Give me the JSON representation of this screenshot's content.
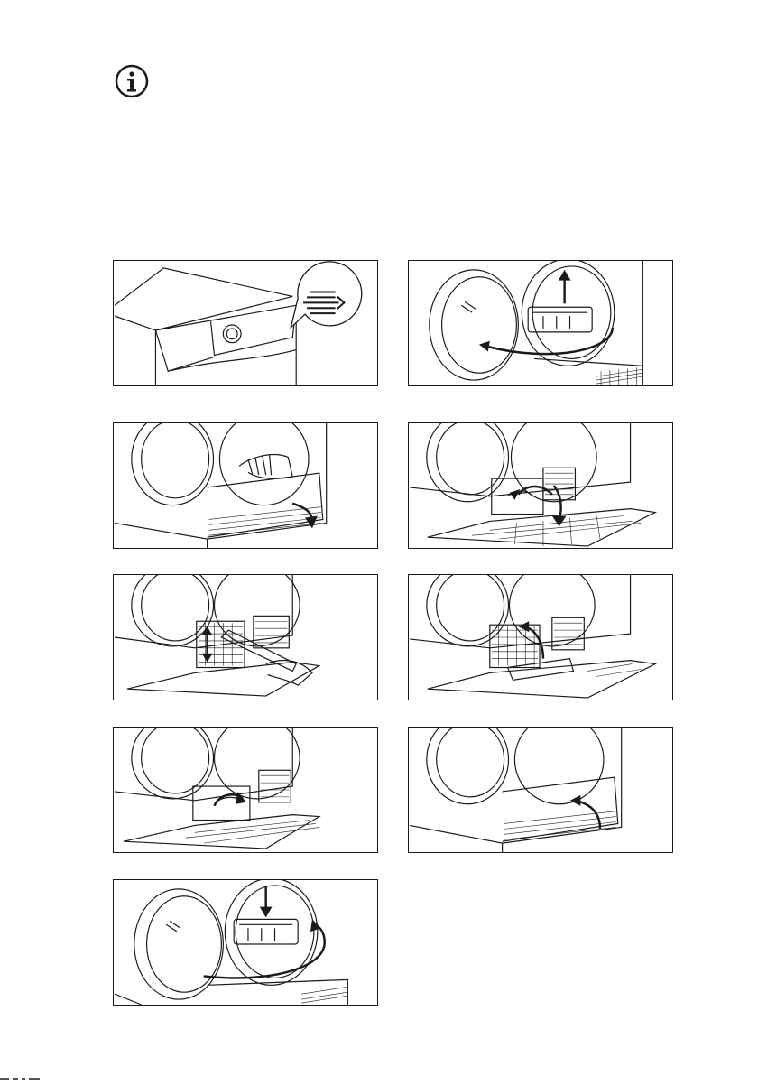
{
  "icons": {
    "info": "info-icon",
    "filter_symbol": "filter-cleaning-icon"
  },
  "steps": [
    {
      "id": 1,
      "illustration": "dryer-top-with-filter-symbol"
    },
    {
      "id": 2,
      "illustration": "open-door-lift-filter"
    },
    {
      "id": 3,
      "illustration": "open-lower-flap"
    },
    {
      "id": 4,
      "illustration": "unlock-heat-exchanger-cover"
    },
    {
      "id": 5,
      "illustration": "clean-with-vacuum-brush"
    },
    {
      "id": 6,
      "illustration": "reinsert-filter-grid"
    },
    {
      "id": 7,
      "illustration": "lock-cover-lever"
    },
    {
      "id": 8,
      "illustration": "close-lower-flap"
    },
    {
      "id": 9,
      "illustration": "replace-door-filter-close-door"
    }
  ]
}
